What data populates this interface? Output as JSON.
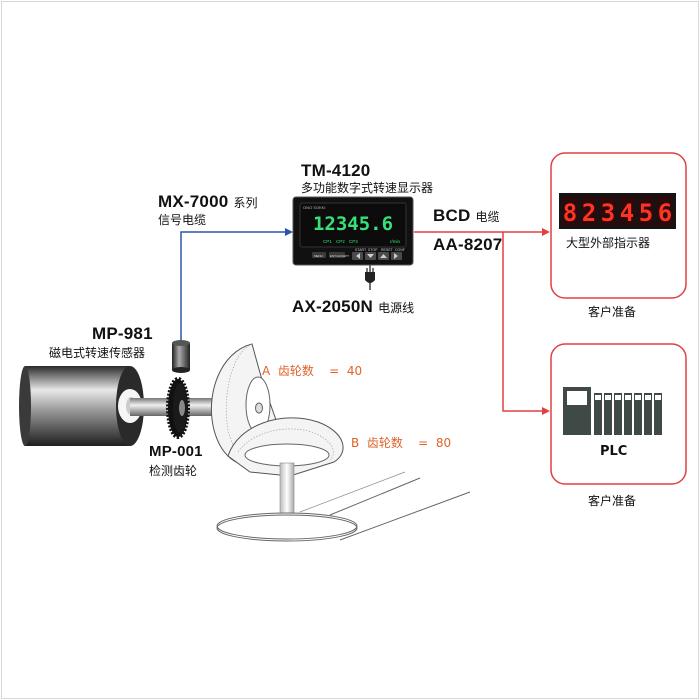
{
  "sensor": {
    "model": "MP-981",
    "desc": "磁电式转速传感器"
  },
  "gear_sensor": {
    "model": "MP-001",
    "desc": "检测齿轮"
  },
  "signal_cable": {
    "model": "MX-7000",
    "suffix": "系列",
    "desc": "信号电缆"
  },
  "display": {
    "model": "TM-4120",
    "desc": "多功能数字式转速显示器",
    "brand": "ONO SOKKI",
    "reading": "12345.6",
    "cp_labels": [
      "CP1",
      "CP2",
      "CP3"
    ],
    "unit": "r/min",
    "keys": [
      "START",
      "STOP",
      "RESET",
      "CONF"
    ],
    "left_keys": [
      "MENU",
      "ENT/ACCEPT"
    ]
  },
  "power_cable": {
    "model": "AX-2050N",
    "desc": "电源线"
  },
  "bcd": {
    "label": "BCD",
    "desc": "电缆",
    "model": "AA-8207"
  },
  "external_indicator": {
    "digits": "823456",
    "desc": "大型外部指示器",
    "note": "客户准备"
  },
  "plc": {
    "label": "PLC",
    "note": "客户准备"
  },
  "gear_a": {
    "letter": "A",
    "label": "齿轮数",
    "eq": "=",
    "value": "40"
  },
  "gear_b": {
    "letter": "B",
    "label": "齿轮数",
    "eq": "=",
    "value": "80"
  },
  "colors": {
    "blue_line": "#2a56a8",
    "red_line": "#e04040",
    "orange_text": "#e0622a",
    "display_green": "#39e07a"
  }
}
